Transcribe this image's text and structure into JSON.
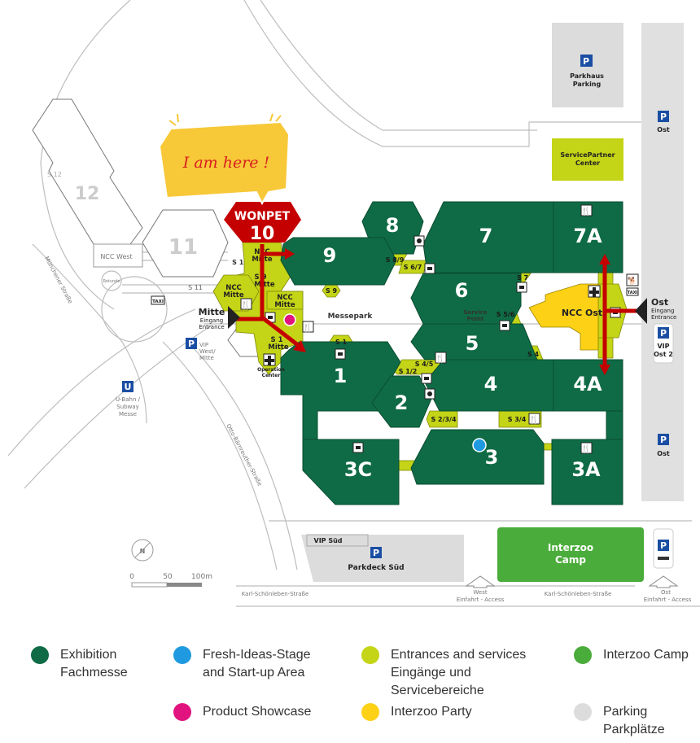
{
  "callout": {
    "text": "I am here !"
  },
  "halls": {
    "h10_brand": "WONPET",
    "h10": "10",
    "h11": "11",
    "h12": "12",
    "h1": "1",
    "h2": "2",
    "h3": "3",
    "h3a": "3A",
    "h3c": "3C",
    "h4": "4",
    "h4a": "4A",
    "h5": "5",
    "h6": "6",
    "h7": "7",
    "h7a": "7A",
    "h8": "8",
    "h9": "9"
  },
  "areas": {
    "ncc_mitte_1": "NCC",
    "ncc_mitte_2": "Mitte",
    "ncc_west": "NCC West",
    "ncc_ost": "NCC Ost",
    "messepark": "Messepark",
    "service_point_1": "Service",
    "service_point_2": "Point",
    "operation_center_1": "Operation",
    "operation_center_2": "Center",
    "s1_mitte_1": "S 1",
    "s1_mitte_2": "Mitte",
    "s9_mitte_1": "S 9",
    "s9_mitte_2": "Mitte",
    "rotunde": "Rotunde"
  },
  "services": [
    "S 10",
    "S 11",
    "S 9",
    "S 1",
    "S 8/9",
    "S 6/7",
    "S 7",
    "S 5/6",
    "S 4",
    "S 4/5",
    "S 1/2",
    "S 2/3/4",
    "S 3/4",
    "S 12"
  ],
  "entrances": {
    "mitte": "Mitte",
    "mitte_sub1": "Eingang",
    "mitte_sub2": "Entrance",
    "ost": "Ost",
    "ost_sub1": "Eingang",
    "ost_sub2": "Entrance"
  },
  "parking": {
    "parkhaus_1": "Parkhaus",
    "parkhaus_2": "Parking",
    "servicepartner_1": "ServicePartner",
    "servicepartner_2": "Center",
    "ost_top": "Ost",
    "ost_mid": "Ost",
    "vip_ost2_1": "VIP",
    "vip_ost2_2": "Ost 2",
    "vip_west_1": "VIP",
    "vip_west_2": "West/",
    "vip_west_3": "Mitte",
    "vip_sued": "VIP Süd",
    "parkdeck_sued": "Parkdeck Süd",
    "interzoo_camp_1": "Interzoo",
    "interzoo_camp_2": "Camp",
    "p": "P",
    "taxi": "TAXI"
  },
  "transit": {
    "ubahn_1": "U-Bahn /",
    "ubahn_2": "Subway",
    "ubahn_3": "Messe",
    "u": "U"
  },
  "streets": {
    "muenchener": "Münchener Straße",
    "otto": "Otto-Bärnreuther-Straße",
    "karl_west": "Karl-Schönleben-Straße",
    "karl_east": "Karl-Schönleben-Straße",
    "west_access_1": "West",
    "west_access_2": "Einfahrt - Access",
    "ost_access_1": "Ost",
    "ost_access_2": "Einfahrt - Access"
  },
  "scale": {
    "t0": "0",
    "t50": "50",
    "t100": "100m",
    "north": "N"
  },
  "legend": [
    {
      "line1": "Exhibition",
      "line2": "Fachmesse",
      "color": "#0f6b45"
    },
    {
      "line1": "Fresh-Ideas-Stage",
      "line2": "and Start-up Area",
      "color": "#1f9ae0"
    },
    {
      "line1": "Entrances and services",
      "line2": "Eingänge und",
      "line3": "Servicebereiche",
      "color": "#c4d416"
    },
    {
      "line1": "Interzoo Camp",
      "color": "#4aac3a"
    },
    {
      "line1": "Product Showcase",
      "color": "#e0137f"
    },
    {
      "line1": "Interzoo Party",
      "color": "#fcd116"
    },
    {
      "line1": "Parking",
      "line2": "Parkplätze",
      "color": "#dcdcdc"
    }
  ],
  "colors": {
    "exhibition": "#0f6b45",
    "services": "#c4d416",
    "party": "#fcd116",
    "wonpet": "#c40000",
    "route": "#c40000",
    "camp": "#4aac3a",
    "parking": "#dcdcdc",
    "stage": "#1f9ae0",
    "showcase": "#e0137f"
  }
}
